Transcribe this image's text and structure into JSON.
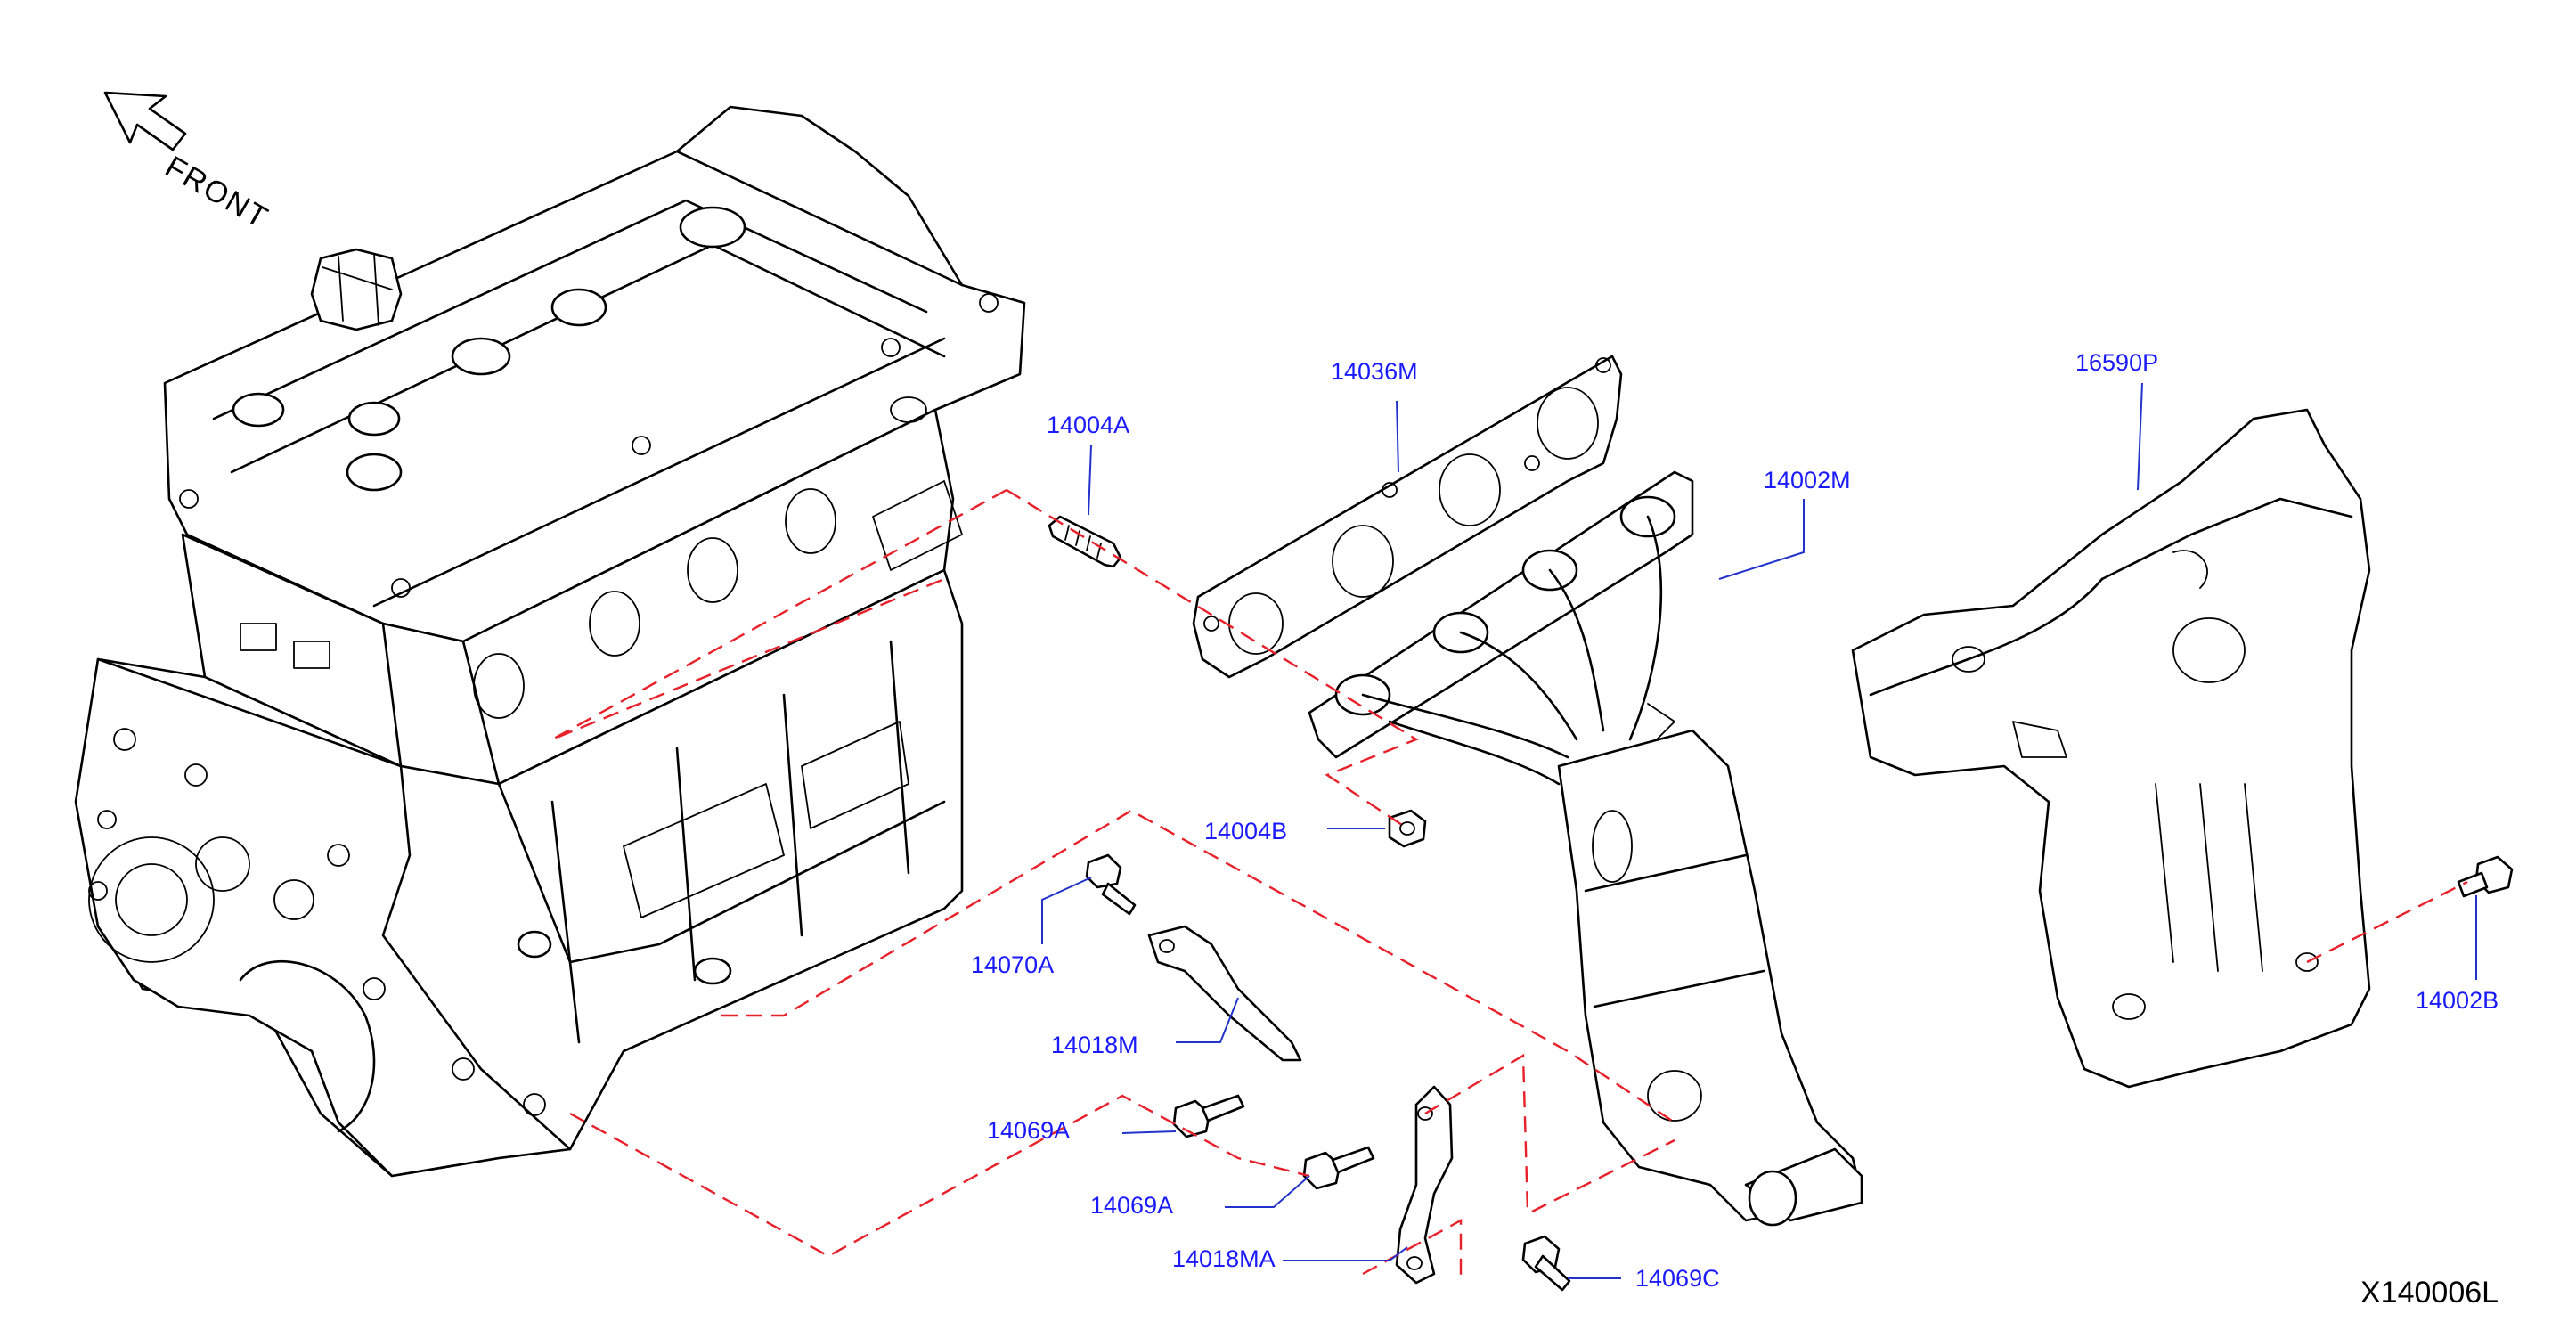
{
  "front_label": "FRONT",
  "diagram_id": "X140006L",
  "callouts": [
    {
      "id": "14036M",
      "text": "14036M"
    },
    {
      "id": "14004A",
      "text": "14004A"
    },
    {
      "id": "14002M",
      "text": "14002M"
    },
    {
      "id": "16590P",
      "text": "16590P"
    },
    {
      "id": "14004B",
      "text": "14004B"
    },
    {
      "id": "14070A",
      "text": "14070A"
    },
    {
      "id": "14018M",
      "text": "14018M"
    },
    {
      "id": "14069A_1",
      "text": "14069A"
    },
    {
      "id": "14069A_2",
      "text": "14069A"
    },
    {
      "id": "14018MA",
      "text": "14018MA"
    },
    {
      "id": "14069C",
      "text": "14069C"
    },
    {
      "id": "14002B",
      "text": "14002B"
    }
  ],
  "colors": {
    "callout": "#1a1aff",
    "dashed_reference": "#e8202a",
    "line": "#000000"
  }
}
